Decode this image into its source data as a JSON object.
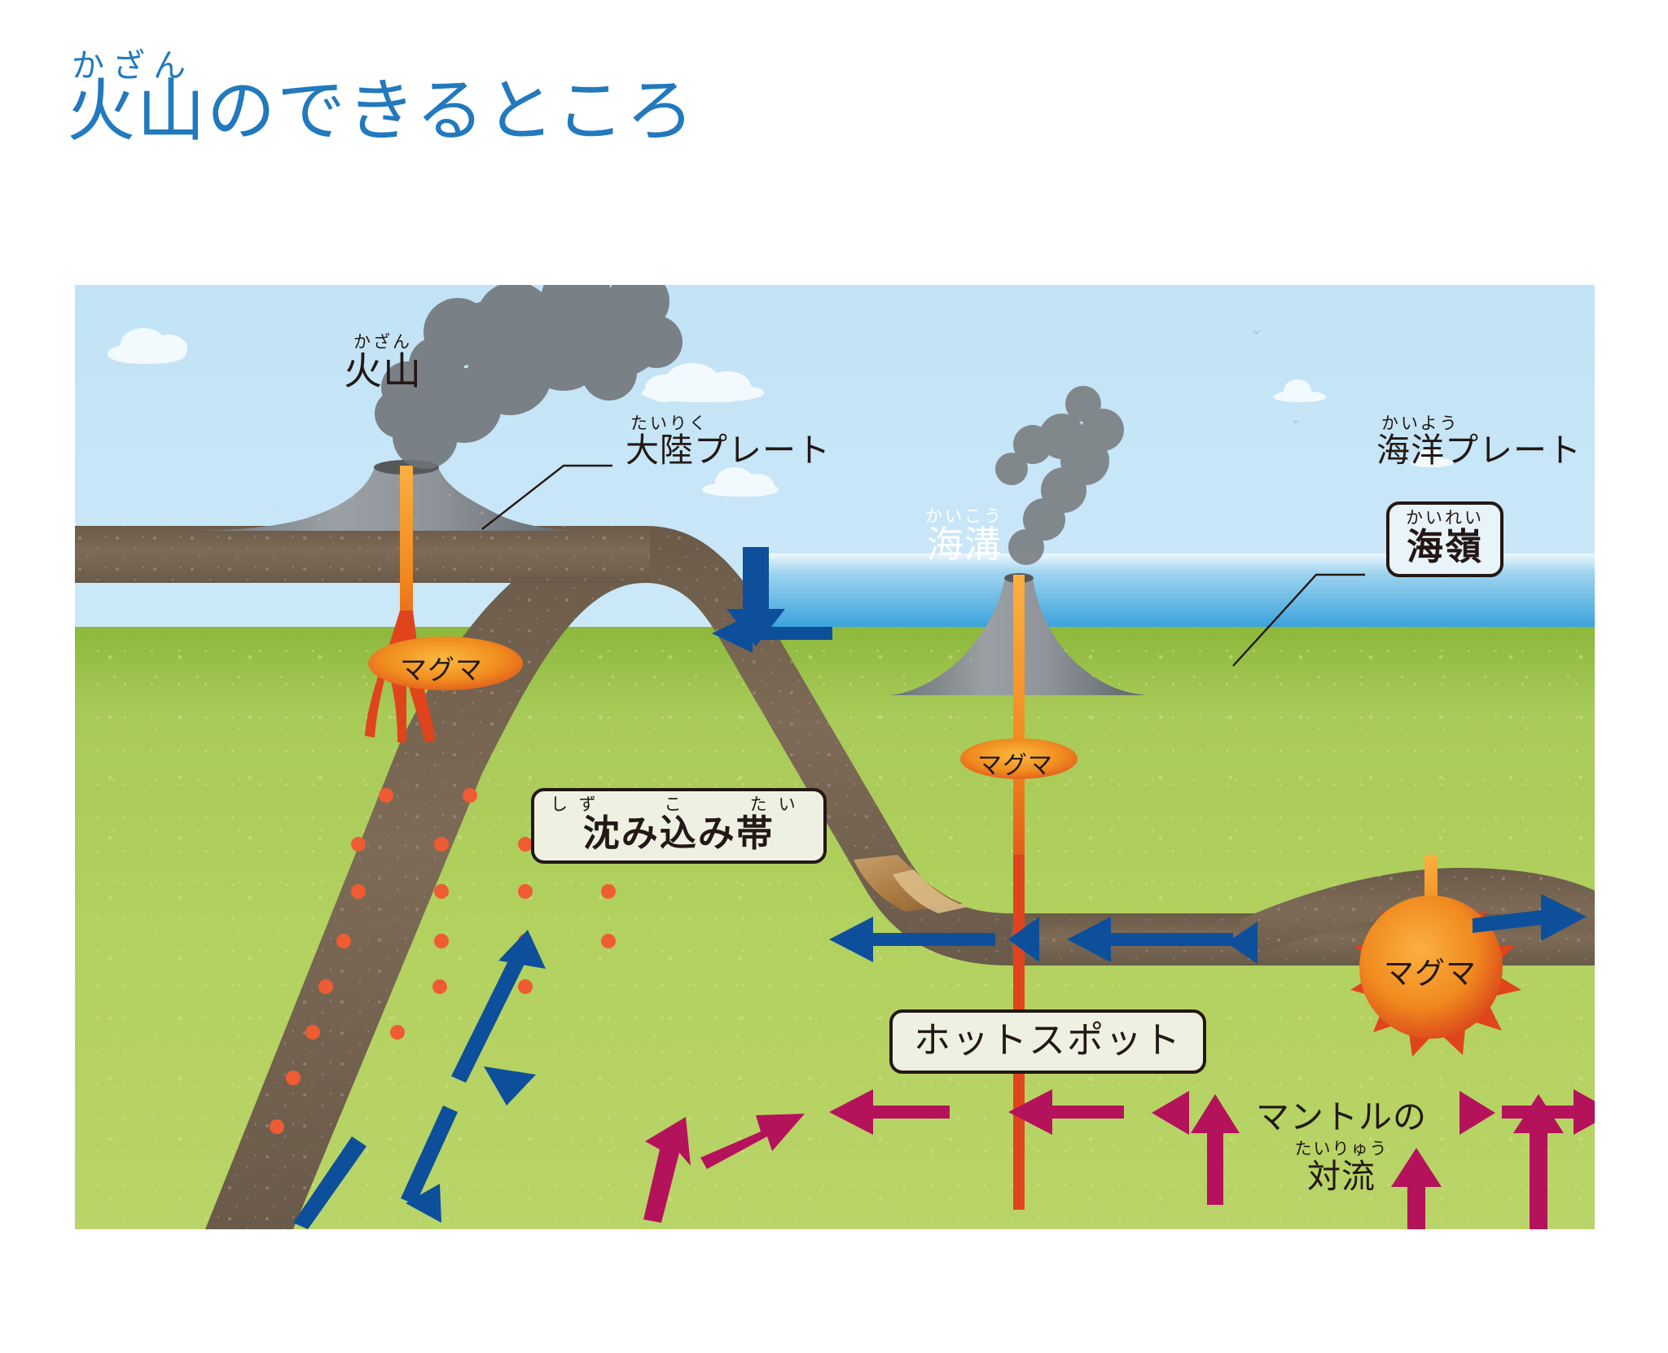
{
  "title": {
    "ruby": "かざん",
    "main": "火山のできるところ",
    "color": "#2279bd"
  },
  "colors": {
    "sky_top": "#c2e3f6",
    "ocean_deep": "#0a4f92",
    "mantle_green": "#b2d15f",
    "plate_brown": "#7a6855",
    "magma_orange": "#f08a1e",
    "magma_red": "#e0441d",
    "arrow_blue": "#0d4f9b",
    "arrow_magenta": "#b5125c",
    "label_ink": "#231815",
    "box_fill": "#eef1e2"
  },
  "labels": {
    "volcano": {
      "ruby": "かざん",
      "main": "火山"
    },
    "continental_plate": {
      "ruby": "たいりく",
      "main": "大陸プレート"
    },
    "oceanic_plate": {
      "ruby": "かいよう",
      "main": "海洋プレート"
    },
    "trench": {
      "ruby": "かいこう",
      "main": "海溝"
    },
    "ridge": {
      "ruby": "かいれい",
      "main": "海嶺"
    },
    "subduction_zone": {
      "ruby": "しず　　こ　　たい",
      "main": "沈み込み帯"
    },
    "hotspot": {
      "main": "ホットスポット"
    },
    "mantle_convection": {
      "line1": "マントルの",
      "ruby": "たいりゅう",
      "line2": "対流"
    },
    "magma_left": "マグマ",
    "magma_center": "マグマ",
    "magma_ridge": "マグマ"
  },
  "icons": {
    "bird": "bird-icon",
    "cloud": "cloud-icon",
    "smoke": "smoke-plume-icon",
    "arrow_subduction": "arrow-icon",
    "arrow_convection": "arrow-icon"
  },
  "diagram": {
    "type": "cross-section-illustration",
    "subject": "Where volcanoes form — plate tectonics cross section",
    "features": [
      "continental plate with volcano above subduction zone",
      "oceanic trench where oceanic plate dives under continental plate",
      "island-arc volcano over hotspot",
      "mid-ocean ridge with rising magma plume",
      "mantle convection cells shown with magenta arrows",
      "blue arrows show plate motion and subduction direction",
      "dotted orange trail shows magma rising from subducting slab"
    ]
  }
}
